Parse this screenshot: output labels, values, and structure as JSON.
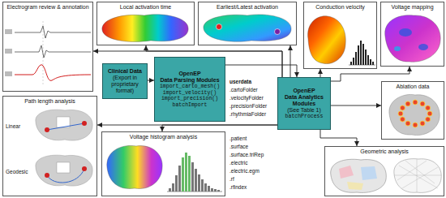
{
  "diagram": {
    "nodes": [
      {
        "text": [
          "Electrogram review & annotation"
        ]
      },
      {
        "text": [
          "Local activation time"
        ]
      },
      {
        "text": [
          "Earliest/Latest activation"
        ]
      },
      {
        "text": [
          "Conduction velocity"
        ]
      },
      {
        "text": [
          "Voltage mapping"
        ]
      },
      {
        "text": [
          "Clinical Data",
          "(Export in proprietary format)"
        ]
      },
      {
        "text": [
          "OpenEP",
          "Data Parsing Modules",
          "import_carto_mesh()",
          "import_velocity()",
          "import_precision()",
          "batchImport"
        ]
      },
      {
        "text": [
          "OpenEP",
          "Data Analytics Modules",
          "(See Table 1)",
          "batchProcess"
        ]
      },
      {
        "text": [
          "Ablation data"
        ]
      },
      {
        "text": [
          "Path length analysis"
        ]
      },
      {
        "text": [
          "Voltage histogram analysis"
        ]
      },
      {
        "text": [
          "Geometric analysis"
        ]
      }
    ],
    "edges": [
      {
        "from": 5,
        "to": 6,
        "arrow": "to"
      },
      {
        "from": 6,
        "to": 7,
        "arrow": "to"
      },
      {
        "from": 7,
        "to": 0,
        "arrow": "to"
      },
      {
        "from": 7,
        "to": 1,
        "arrow": "to"
      },
      {
        "from": 7,
        "to": 2,
        "arrow": "to"
      },
      {
        "from": 7,
        "to": 3,
        "arrow": "to"
      },
      {
        "from": 7,
        "to": 4,
        "arrow": "to"
      },
      {
        "from": 7,
        "to": 8,
        "arrow": "to"
      },
      {
        "from": 7,
        "to": 9,
        "arrow": "to"
      },
      {
        "from": 7,
        "to": 10,
        "arrow": "to"
      },
      {
        "from": 7,
        "to": 11,
        "arrow": "to"
      }
    ],
    "labels": [
      "userdata",
      ".cartoFolder",
      ".velocityFolder",
      ".precisionFolder",
      ".rhythmiaFolder",
      ".patient",
      ".surface",
      ".surface.triRep",
      ".electric",
      ".electric.egm",
      ".rf",
      ".rfindex",
      "Linear",
      "Geodesic"
    ]
  }
}
